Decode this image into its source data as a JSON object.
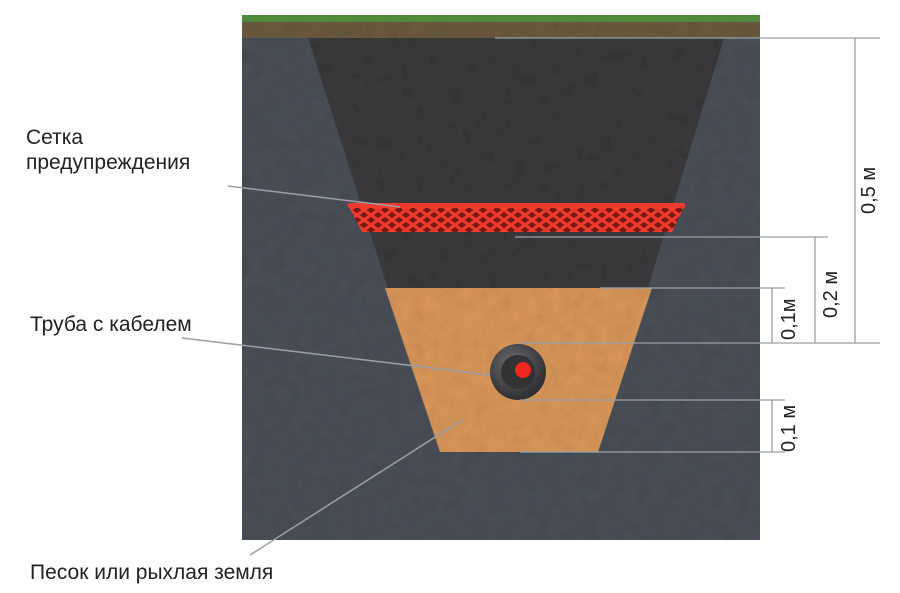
{
  "labels": {
    "mesh_line1": "Сетка",
    "mesh_line2": "предупреждения",
    "pipe": "Труба с кабелем",
    "sand": "Песок или рыхлая земля"
  },
  "dimensions": {
    "total": "0,5 м",
    "mesh_to_sand": "0,2 м",
    "sand_to_pipe": "0,1м",
    "pipe_to_bottom": "0,1 м"
  },
  "colors": {
    "rock": "#4a4f58",
    "backfill": "#3a3a3c",
    "sand": "#d9975a",
    "mesh": "#e8332a",
    "grass": "#4e8a3a",
    "topsoil": "#6b5a3e"
  }
}
